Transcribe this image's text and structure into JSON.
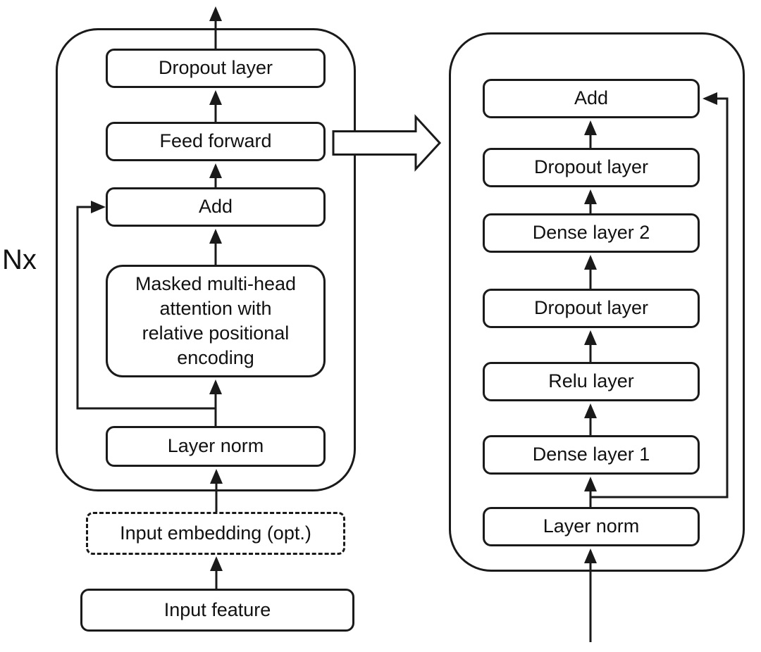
{
  "diagram": {
    "repeat_label": "Nx",
    "colors": {
      "stroke": "#1a1a1a",
      "background": "#ffffff",
      "box_fill": "#ffffff"
    },
    "encoder_block": {
      "nodes": {
        "dropout": {
          "label": "Dropout layer"
        },
        "feed_forward": {
          "label": "Feed forward"
        },
        "add": {
          "label": "Add"
        },
        "masked_attention": {
          "label": "Masked multi-head\nattention with\nrelative positional\nencoding"
        },
        "layer_norm": {
          "label": "Layer norm"
        }
      }
    },
    "input_nodes": {
      "input_embedding": {
        "label": "Input embedding (opt.)"
      },
      "input_feature": {
        "label": "Input feature"
      }
    },
    "feed_forward_block": {
      "nodes": {
        "add": {
          "label": "Add"
        },
        "dropout_top": {
          "label": "Dropout layer"
        },
        "dense2": {
          "label": "Dense layer 2"
        },
        "dropout_mid": {
          "label": "Dropout layer"
        },
        "relu": {
          "label": "Relu layer"
        },
        "dense1": {
          "label": "Dense layer 1"
        },
        "layer_norm": {
          "label": "Layer norm"
        }
      }
    }
  }
}
